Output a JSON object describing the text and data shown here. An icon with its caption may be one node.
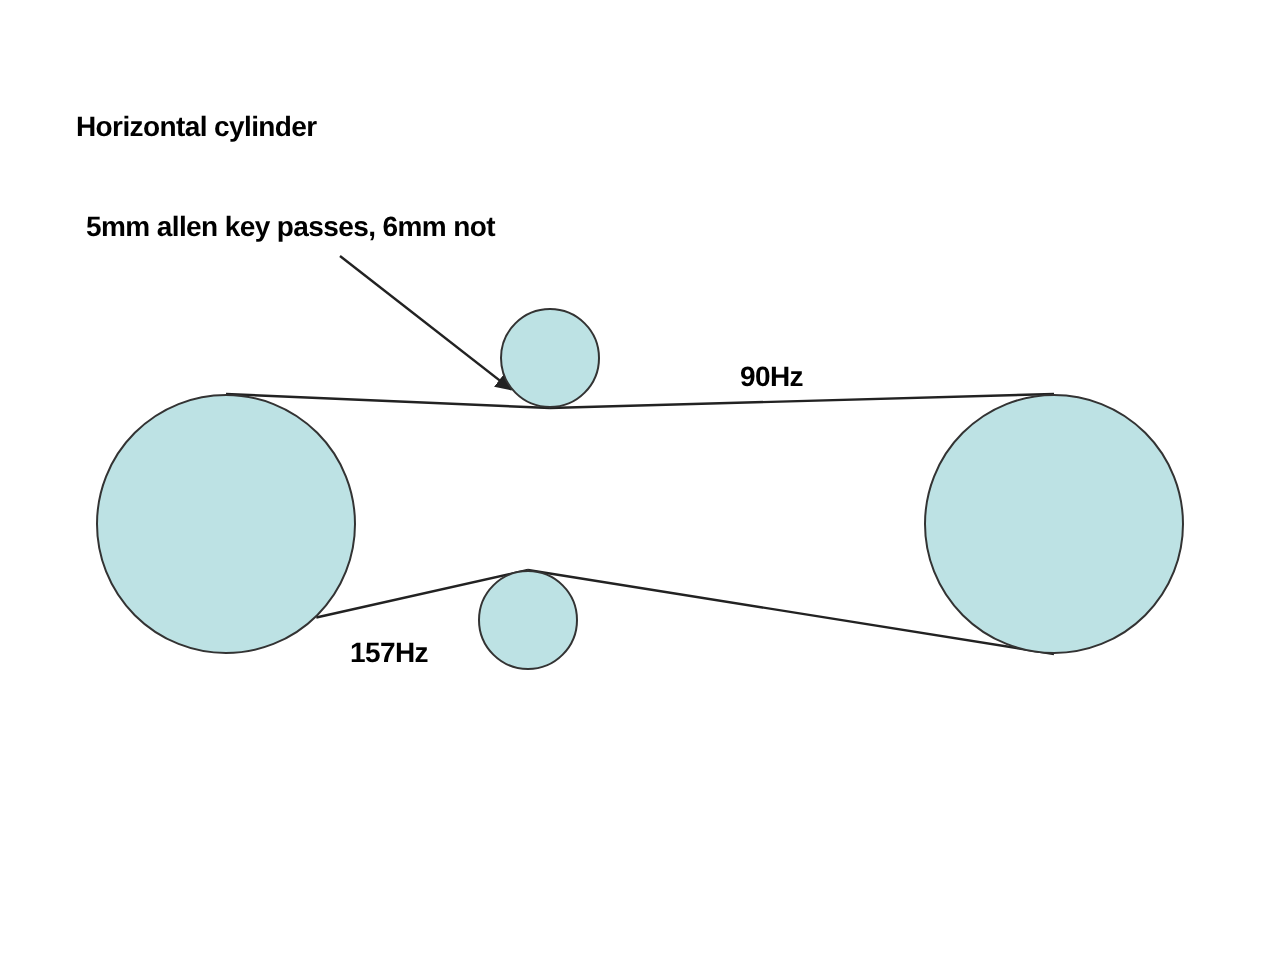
{
  "diagram": {
    "title": "Horizontal cylinder",
    "nodes": [
      {
        "text": [
          "5mm allen key passes, 6mm not"
        ]
      },
      {
        "text": [],
        "shape": "circle"
      },
      {
        "text": [],
        "shape": "circle"
      },
      {
        "text": [],
        "shape": "circle"
      },
      {
        "text": [],
        "shape": "circle"
      }
    ],
    "edges": [
      {
        "from": 0,
        "to": 1,
        "arrow": "to"
      },
      {
        "from": 2,
        "to": 1,
        "arrow": "none"
      },
      {
        "from": 1,
        "to": 4,
        "arrow": "none"
      },
      {
        "from": 2,
        "to": 3,
        "arrow": "none"
      },
      {
        "from": 3,
        "to": 4,
        "arrow": "none"
      }
    ],
    "labels": [
      "90Hz",
      "157Hz"
    ]
  }
}
